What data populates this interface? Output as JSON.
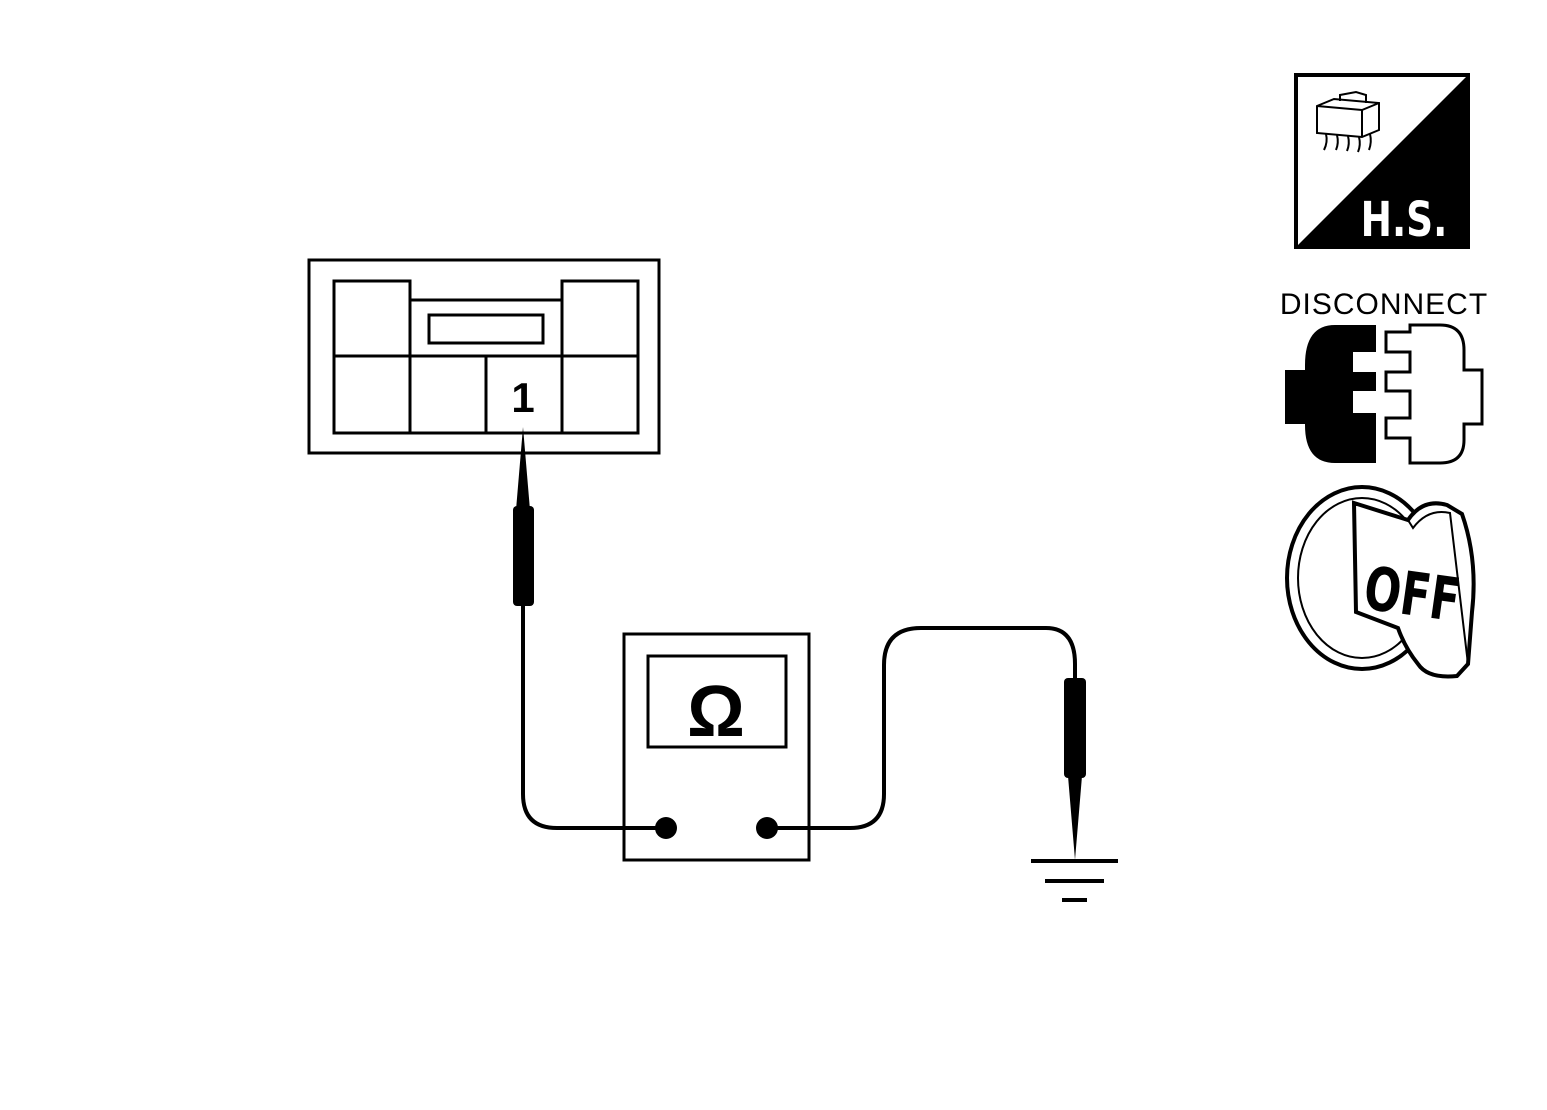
{
  "connector": {
    "terminal_label": "1"
  },
  "meter": {
    "symbol": "Ω"
  },
  "legend": {
    "harness_side_label": "H.S.",
    "disconnect_label": "DISCONNECT",
    "ignition_label": "OFF"
  },
  "colors": {
    "ink": "#000000",
    "paper": "#ffffff"
  },
  "icons": [
    "harness-connector-icon",
    "disconnect-connector-icon",
    "ignition-switch-off-icon",
    "ground-symbol-icon",
    "ohm-symbol"
  ]
}
